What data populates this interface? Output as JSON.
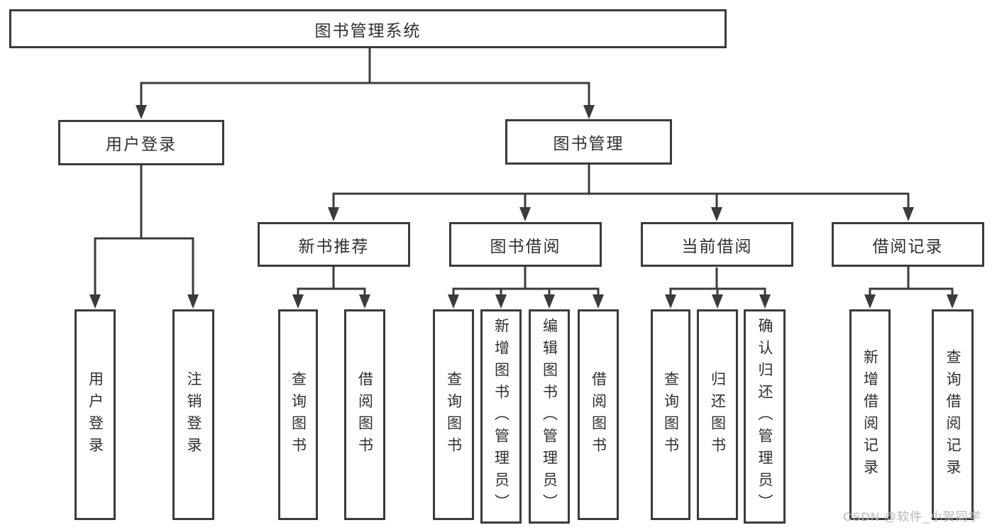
{
  "title_node": "图书管理系统",
  "branches": {
    "login": {
      "label": "用户登录",
      "children": [
        "用户登录",
        "注销登录"
      ]
    },
    "management": {
      "label": "图书管理",
      "sections": {
        "recommend": {
          "label": "新书推荐",
          "children": [
            "查询图书",
            "借阅图书"
          ]
        },
        "borrow": {
          "label": "图书借阅",
          "children": [
            "查询图书",
            "新增图书（管理员）",
            "编辑图书（管理员）",
            "借阅图书"
          ]
        },
        "current": {
          "label": "当前借阅",
          "children": [
            "查询图书",
            "归还图书",
            "确认归还（管理员）"
          ]
        },
        "records": {
          "label": "借阅记录",
          "children": [
            "新增借阅记录",
            "查询借阅记录"
          ]
        }
      }
    }
  },
  "watermark": "CSDN @软件_小贺同学",
  "colors": {
    "line": "#3b3b3b",
    "text": "#2f2f2f",
    "watermark": "#b7b7b7",
    "background": "#ffffff"
  }
}
